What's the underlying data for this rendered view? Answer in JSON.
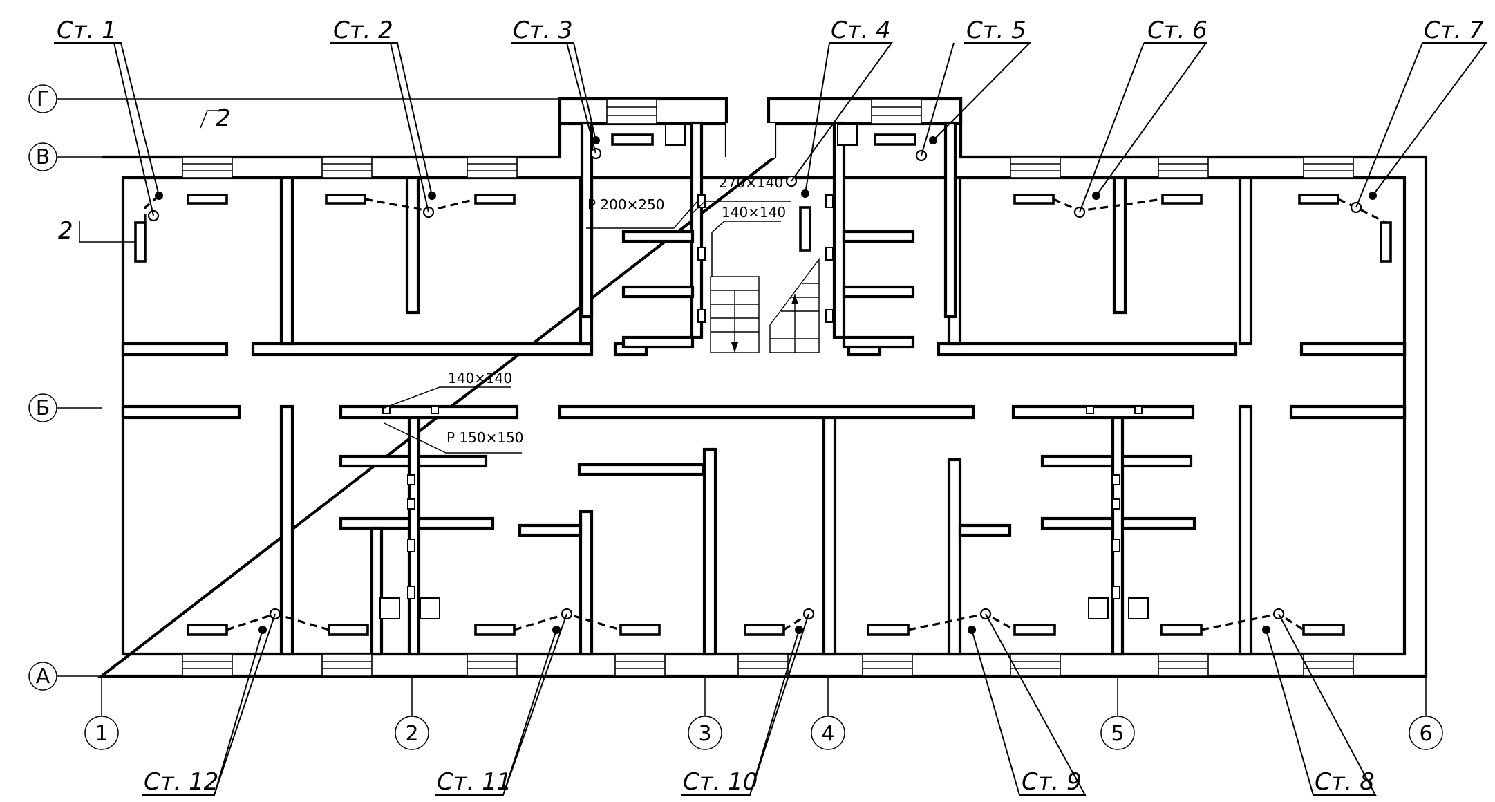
{
  "risers": [
    "Ст. 1",
    "Ст. 2",
    "Ст. 3",
    "Ст. 4",
    "Ст. 5",
    "Ст. 6",
    "Ст. 7",
    "Ст. 8",
    "Ст. 9",
    "Ст. 10",
    "Ст. 11",
    "Ст. 12"
  ],
  "axes_letters": [
    "Г",
    "В",
    "Б",
    "А"
  ],
  "axes_numbers": [
    "1",
    "2",
    "3",
    "4",
    "5",
    "6"
  ],
  "section_mark": "2",
  "ducts": {
    "d1": "270×140",
    "d2": "140×140",
    "d3": "140×140",
    "d4": "Р 200×250",
    "d5": "Р 150×150"
  }
}
